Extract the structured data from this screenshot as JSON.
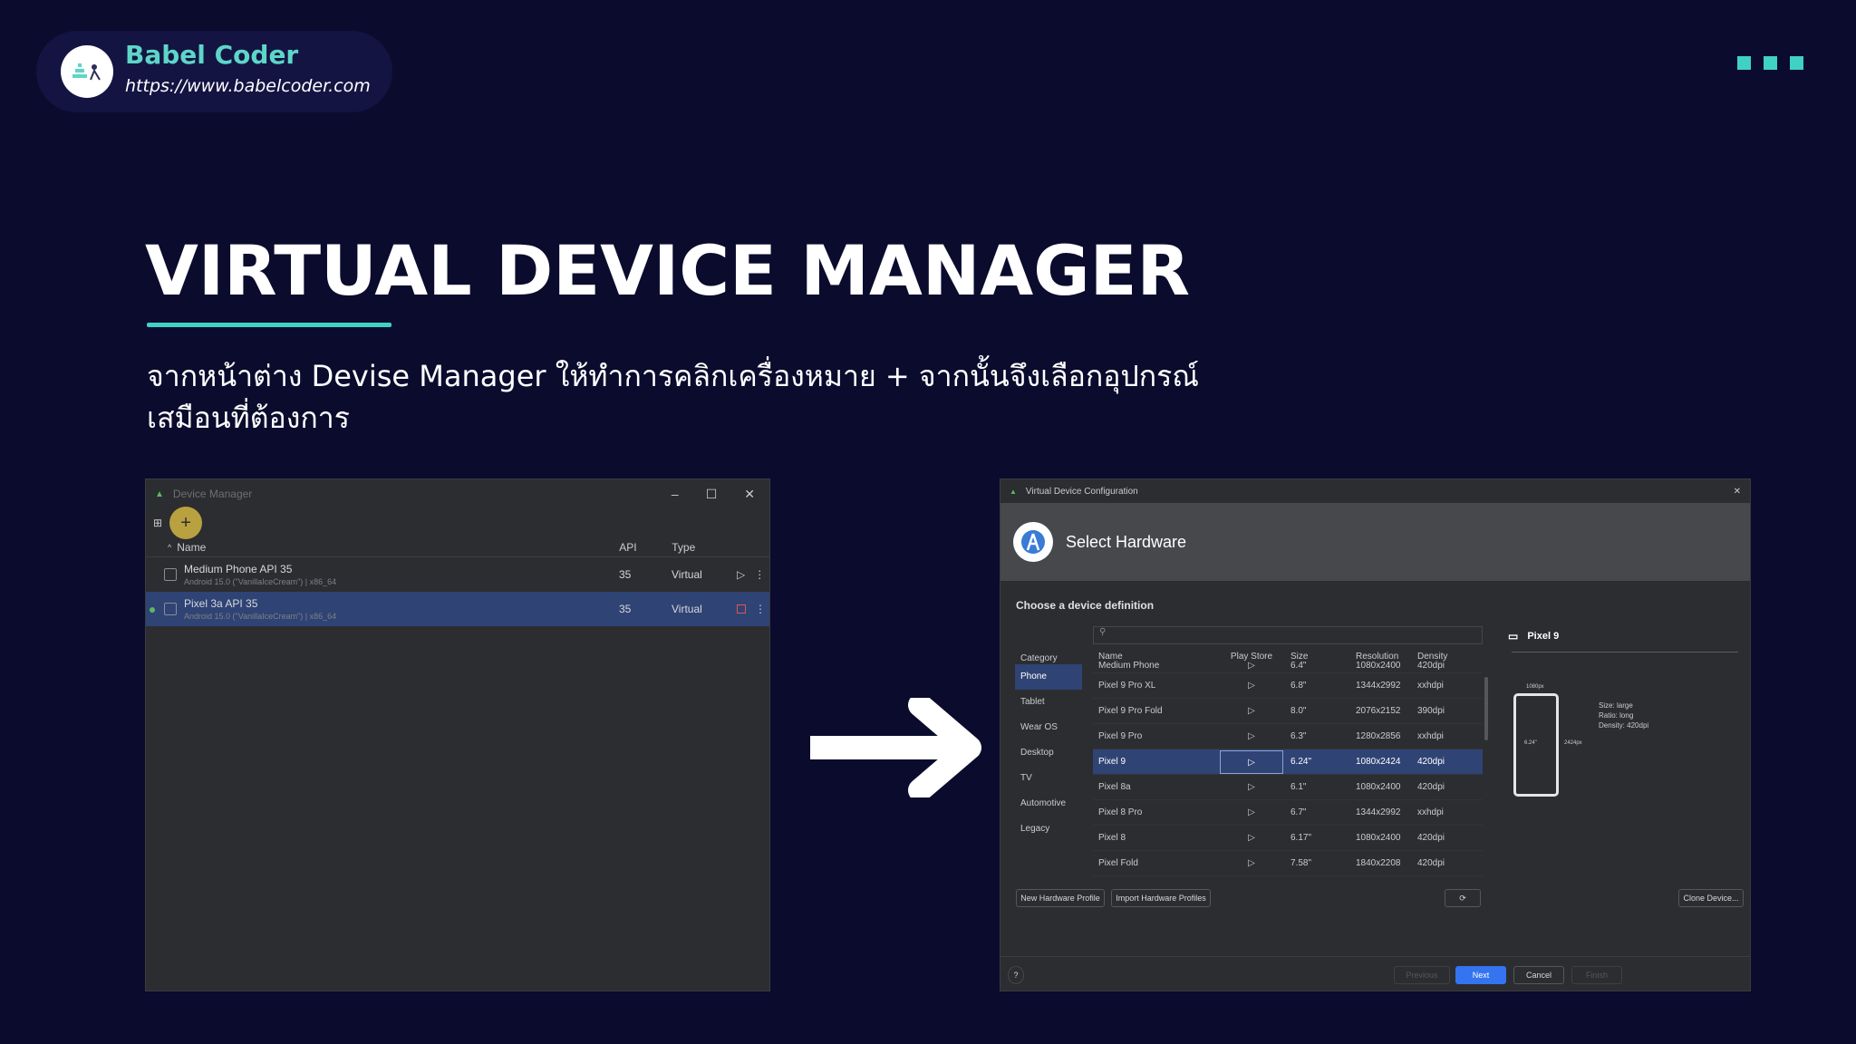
{
  "brand": {
    "name": "Babel Coder",
    "url": "https://www.babelcoder.com",
    "icon": "babel-coder-logo-icon"
  },
  "slide": {
    "title": "VIRTUAL DEVICE MANAGER",
    "subtitle": "จากหน้าต่าง Devise Manager ให้ทำการคลิกเครื่องหมาย + จากนั้นจึงเลือกอุปกรณ์เสมือนที่ต้องการ"
  },
  "colors": {
    "background": "#0b0b2e",
    "accent": "#3fd1c4",
    "selection": "#2f4374",
    "primary_button": "#3574f0"
  },
  "device_manager": {
    "window_title": "Device Manager",
    "add_label": "+",
    "columns": {
      "name": "Name",
      "api": "API",
      "type": "Type"
    },
    "rows": [
      {
        "name": "Medium Phone API 35",
        "sub": "Android 15.0 (\"VanillaIceCream\") | x86_64",
        "api": "35",
        "type": "Virtual",
        "running": false
      },
      {
        "name": "Pixel 3a API 35",
        "sub": "Android 15.0 (\"VanillaIceCream\") | x86_64",
        "api": "35",
        "type": "Virtual",
        "running": true
      }
    ]
  },
  "vdc": {
    "window_title": "Virtual Device Configuration",
    "header": "Select Hardware",
    "section": "Choose a device definition",
    "category_label": "Category",
    "categories": [
      "Phone",
      "Tablet",
      "Wear OS",
      "Desktop",
      "TV",
      "Automotive",
      "Legacy"
    ],
    "selected_category": "Phone",
    "columns": {
      "name": "Name",
      "play_store": "Play Store",
      "size": "Size",
      "resolution": "Resolution",
      "density": "Density"
    },
    "rows": [
      {
        "name": "Medium Phone",
        "size": "6.4\"",
        "resolution": "1080x2400",
        "density": "420dpi"
      },
      {
        "name": "Pixel 9 Pro XL",
        "size": "6.8\"",
        "resolution": "1344x2992",
        "density": "xxhdpi"
      },
      {
        "name": "Pixel 9 Pro Fold",
        "size": "8.0\"",
        "resolution": "2076x2152",
        "density": "390dpi"
      },
      {
        "name": "Pixel 9 Pro",
        "size": "6.3\"",
        "resolution": "1280x2856",
        "density": "xxhdpi"
      },
      {
        "name": "Pixel 9",
        "size": "6.24\"",
        "resolution": "1080x2424",
        "density": "420dpi"
      },
      {
        "name": "Pixel 8a",
        "size": "6.1\"",
        "resolution": "1080x2400",
        "density": "420dpi"
      },
      {
        "name": "Pixel 8 Pro",
        "size": "6.7\"",
        "resolution": "1344x2992",
        "density": "xxhdpi"
      },
      {
        "name": "Pixel 8",
        "size": "6.17\"",
        "resolution": "1080x2400",
        "density": "420dpi"
      },
      {
        "name": "Pixel Fold",
        "size": "7.58\"",
        "resolution": "1840x2208",
        "density": "420dpi"
      }
    ],
    "selected_row": "Pixel 9",
    "preview": {
      "title": "Pixel 9",
      "width_label": "1080px",
      "height_label": "2424px",
      "diag_label": "6.24\"",
      "size_label": "Size:",
      "size": "large",
      "ratio_label": "Ratio:",
      "ratio": "long",
      "density_label": "Density:",
      "density": "420dpi"
    },
    "buttons": {
      "new_profile": "New Hardware Profile",
      "import_profiles": "Import Hardware Profiles",
      "clone": "Clone Device...",
      "help": "?",
      "previous": "Previous",
      "next": "Next",
      "cancel": "Cancel",
      "finish": "Finish"
    }
  }
}
